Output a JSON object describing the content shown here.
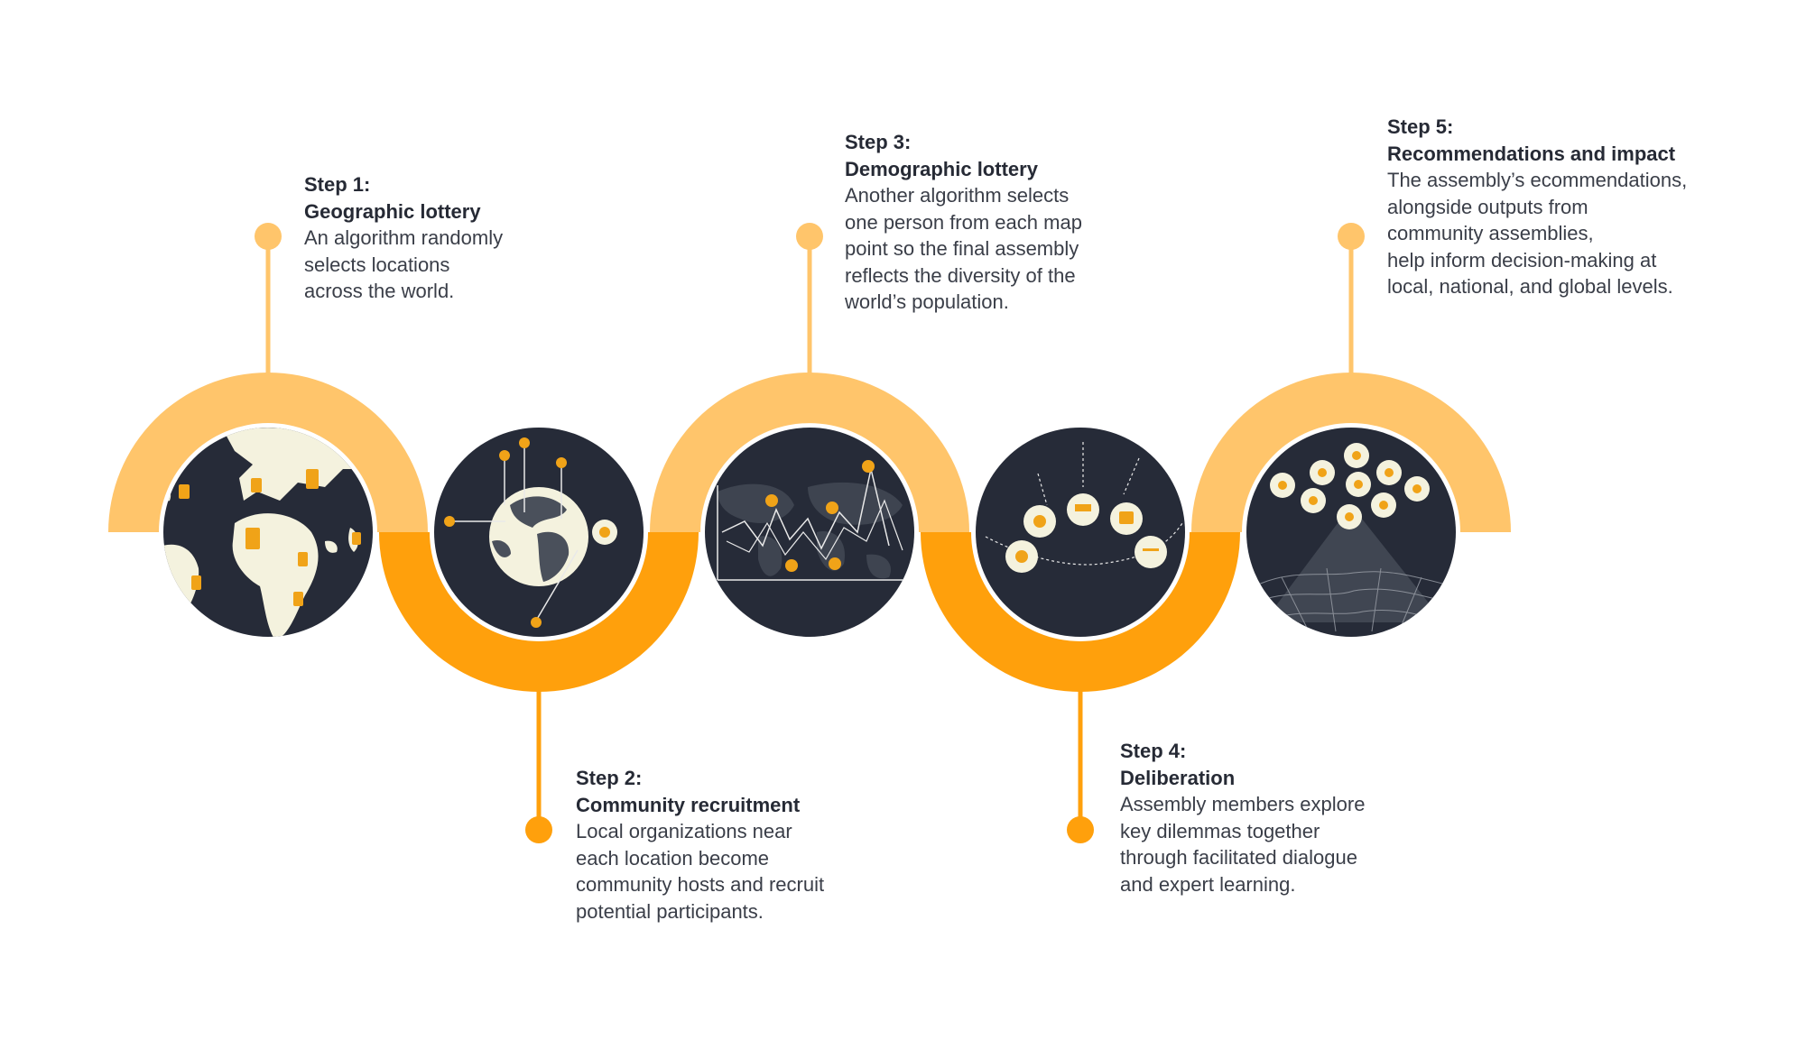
{
  "colors": {
    "light_orange": "#FFC56B",
    "dark_orange": "#FFA00C",
    "navy": "#262B38",
    "cream": "#F4F2DE",
    "map_gray": "#4A505B",
    "line_white": "#E9E9E9"
  },
  "steps": [
    {
      "number": "Step 1:",
      "title": "Geographic lottery",
      "description": "An algorithm randomly\nselects locations\nacross the world.",
      "illustration": "globe-with-location-tickets-icon"
    },
    {
      "number": "Step 2:",
      "title": "Community recruitment",
      "description": "Local organizations near\neach location become\ncommunity hosts and recruit\npotential participants.",
      "illustration": "globe-with-community-markers-icon"
    },
    {
      "number": "Step 3:",
      "title": "Demographic lottery",
      "description": "Another algorithm selects\none person from each map\npoint so the final assembly\nreflects the diversity of the\nworld’s population.",
      "illustration": "world-map-with-person-network-icon"
    },
    {
      "number": "Step 4:",
      "title": "Deliberation",
      "description": "Assembly members explore\nkey dilemmas together\nthrough facilitated dialogue\nand expert learning.",
      "illustration": "deliberation-topics-icon"
    },
    {
      "number": "Step 5:",
      "title": "Recommendations and impact",
      "description": "The assembly’s  ecommendations,\nalongside outputs from\ncommunity assemblies,\nhelp inform decision-making at\nlocal, national, and global levels.",
      "illustration": "recommendations-network-globe-icon"
    }
  ]
}
